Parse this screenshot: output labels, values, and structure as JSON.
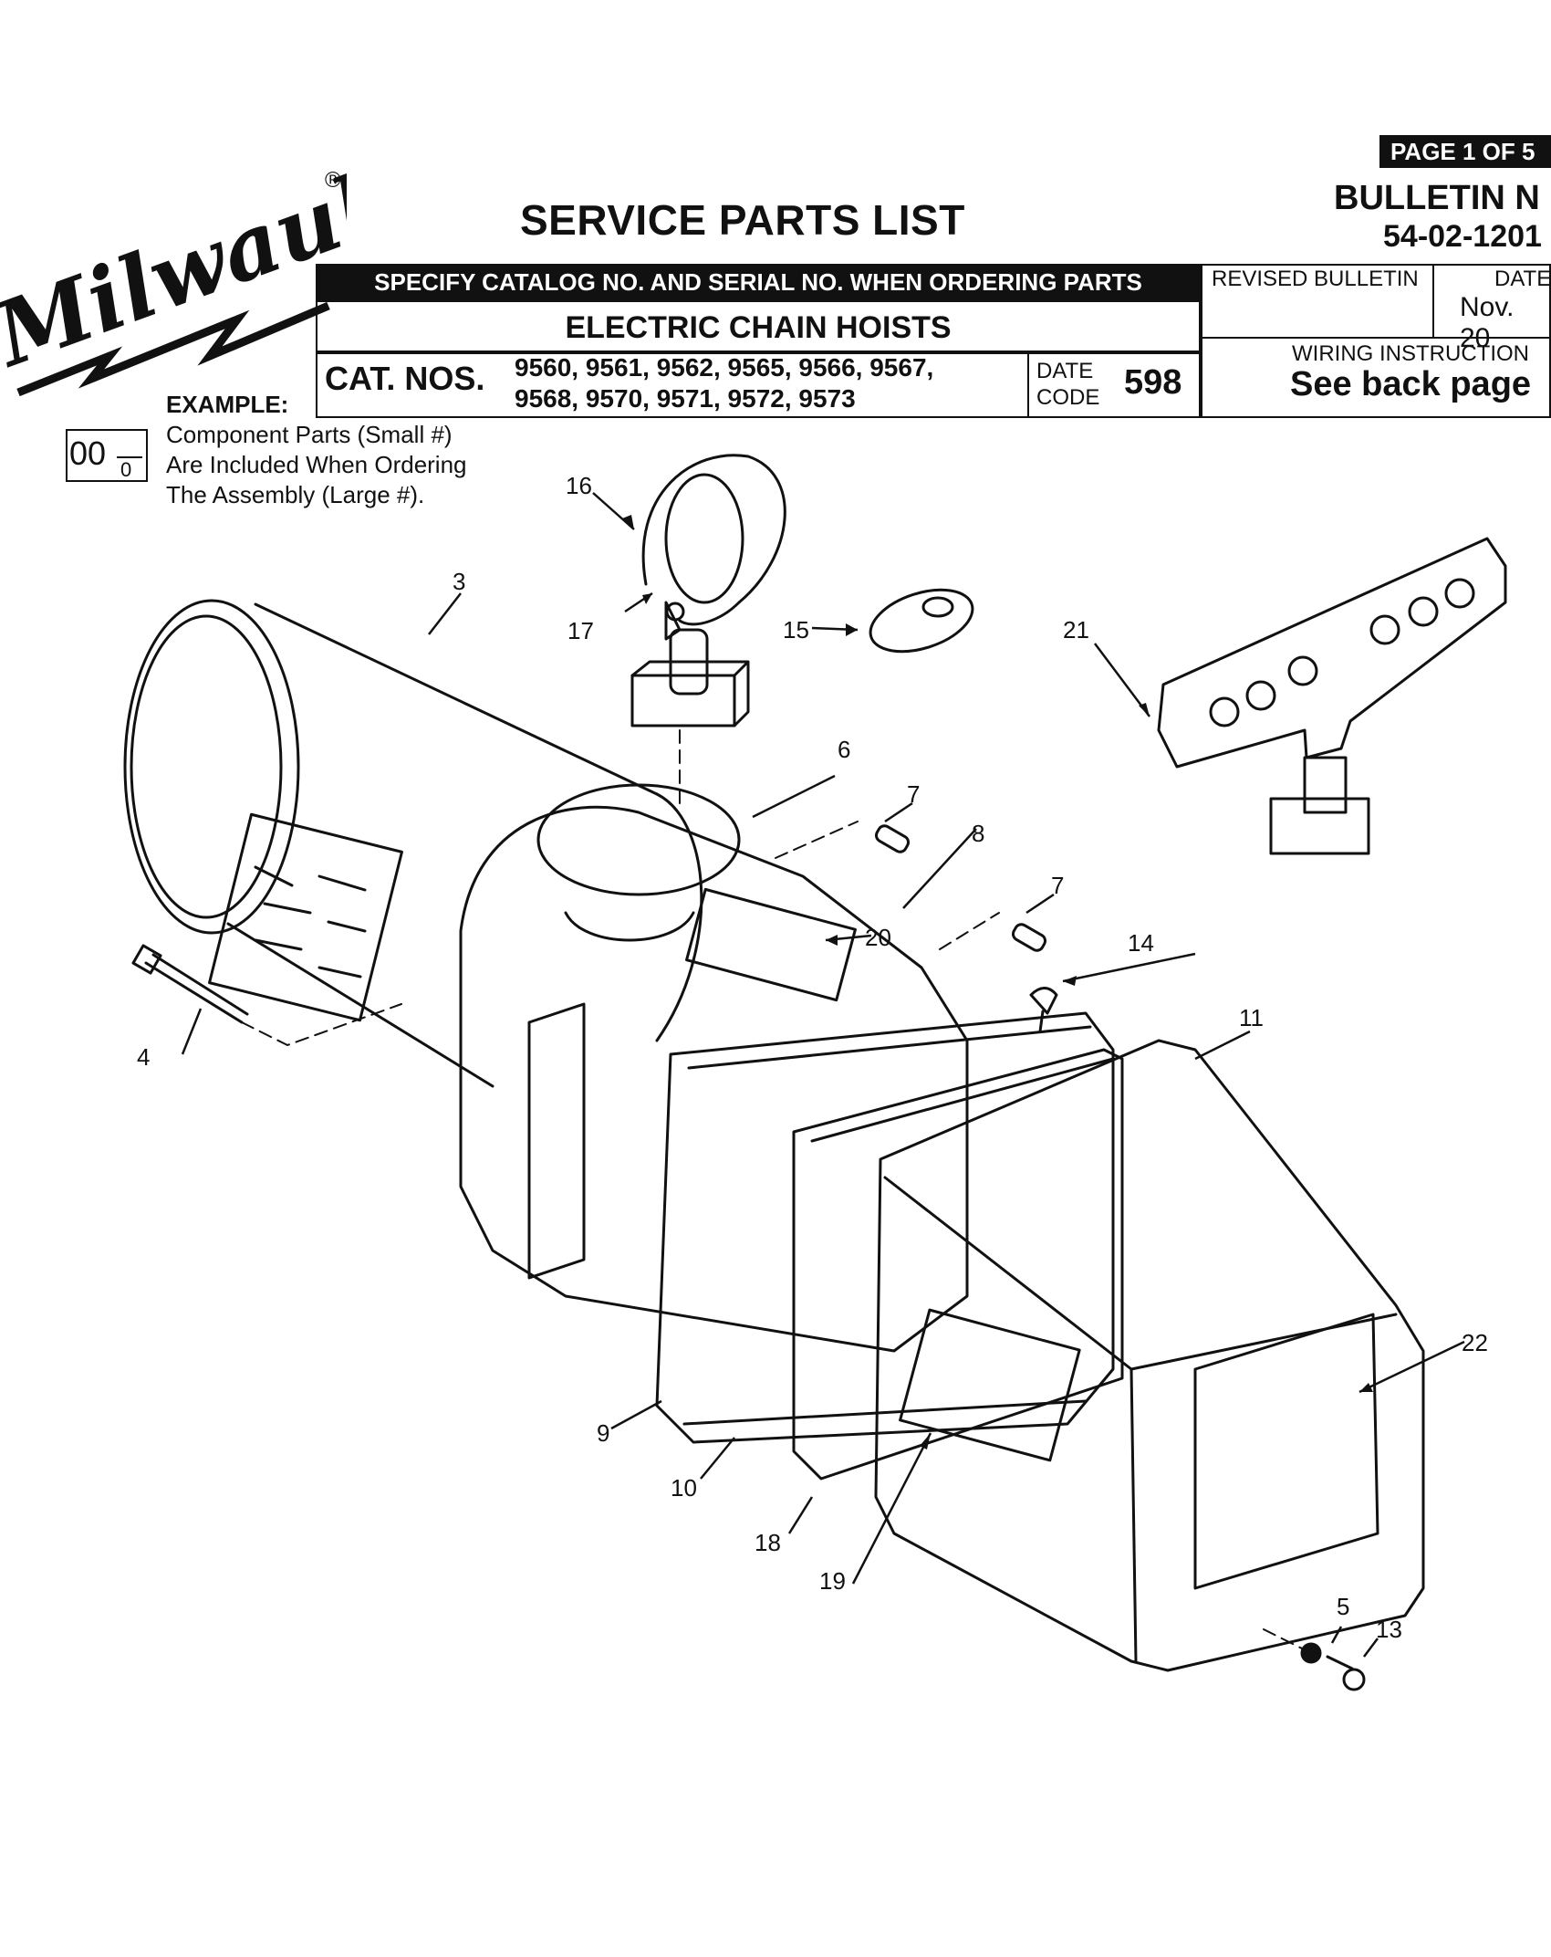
{
  "header": {
    "brand": "Milwaukee",
    "brand_mark": "®",
    "title": "SERVICE PARTS LIST",
    "page_badge": "PAGE 1 OF 5",
    "bulletin_label": "BULLETIN N",
    "bulletin_no": "54-02-1201",
    "specify_bar": "SPECIFY CATALOG NO. AND SERIAL NO. WHEN ORDERING PARTS",
    "product": "ELECTRIC CHAIN HOISTS",
    "cat_nos_label": "CAT. NOS.",
    "cat_nos_line1": "9560, 9561, 9562, 9565, 9566, 9567,",
    "cat_nos_line2": "9568, 9570, 9571, 9572, 9573",
    "date_code_label_1": "DATE",
    "date_code_label_2": "CODE",
    "date_code_value": "598",
    "revised_bulletin": "REVISED BULLETIN",
    "date_label": "DATE",
    "date_value": "Nov. 20",
    "wiring_label": "WIRING INSTRUCTION",
    "wiring_value": "See back page"
  },
  "example": {
    "label": "EXAMPLE:",
    "large": "00",
    "small": "0",
    "line1": "Component Parts (Small #)",
    "line2": "Are Included When Ordering",
    "line3": "The Assembly (Large #)."
  },
  "callouts": {
    "c3": "3",
    "c4": "4",
    "c5": "5",
    "c6": "6",
    "c7a": "7",
    "c7b": "7",
    "c8": "8",
    "c9": "9",
    "c10": "10",
    "c11": "11",
    "c13": "13",
    "c14": "14",
    "c15": "15",
    "c16": "16",
    "c17": "17",
    "c18": "18",
    "c19": "19",
    "c20": "20",
    "c21": "21",
    "c22": "22"
  }
}
